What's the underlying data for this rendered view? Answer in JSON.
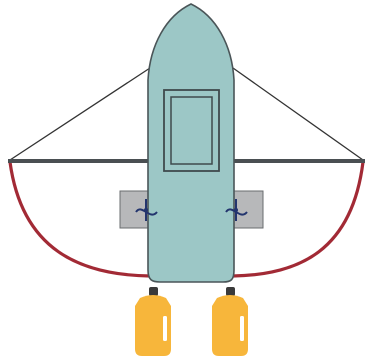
{
  "colors": {
    "background": "#ffffff",
    "hull_fill": "#9cc7c6",
    "hull_stroke": "#4a5558",
    "cabin_stroke": "#3f4a4d",
    "boom": "#4a4f52",
    "stay_line": "#333333",
    "net_curve": "#a22a35",
    "bracket_fill": "#b7b8ba",
    "bracket_stroke": "#6a6c6f",
    "winch_symbol": "#23356e",
    "float_fill": "#f7b63b",
    "float_highlight": "#ffffff",
    "float_cap": "#3a3a3a"
  },
  "components": [
    "hull",
    "cabin-window",
    "boom-pole",
    "stay-lines",
    "net-curves",
    "winch-brackets",
    "floats"
  ]
}
